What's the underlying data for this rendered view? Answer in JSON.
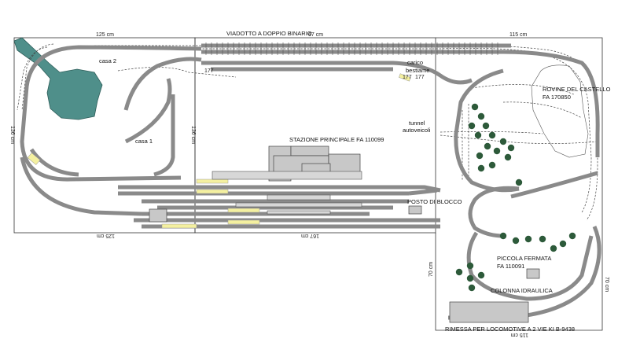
{
  "labels": {
    "viadotto": "VIADOTTO A DOPPIO BINARIO",
    "casa2": "casa 2",
    "casa1": "casa 1",
    "carico_bestiame_1": "carico",
    "carico_bestiame_2": "bestiame",
    "rovine": "ROVINE DEL CASTELLO",
    "rovine_code": "FA 170850",
    "tunnel_1": "tunnel",
    "tunnel_2": "autoveicoli",
    "stazione": "STAZIONE PRINCIPALE FA 110099",
    "posto_blocco": "POSTO DI BLOCCO",
    "piccola_fermata": "PICCOLA FERMATA",
    "piccola_fermata_code": "FA 110091",
    "colonna": "COLONNA IDRAULICA",
    "rimessa": "RIMESSA PER LOCOMOTIVE A 2 VIE KI B-9438",
    "marker_177a": "177",
    "marker_177b": "177",
    "marker_177c": "177"
  },
  "dimensions": {
    "top_left": "125 cm",
    "top_mid": "67 cm",
    "top_right": "115 cm",
    "left_side": "136 cm",
    "mid_side": "136 cm",
    "bottom_left": "125 cm",
    "bottom_mid": "167 cm",
    "right_low_left": "70 cm",
    "right_low_right": "70 cm",
    "bottom_right": "115 cm"
  },
  "colors": {
    "track": "#8a8a8a",
    "water": "#4f8f8a",
    "tree": "#2d5a3a",
    "highlight": "#f4f0a0"
  }
}
